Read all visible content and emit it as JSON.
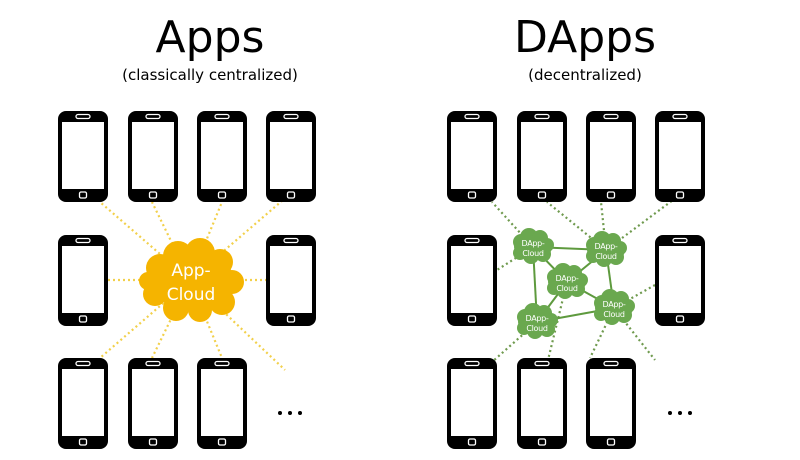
{
  "left_panel": {
    "title": "Apps",
    "subtitle": "(classically centralized)",
    "hub": {
      "label_line1": "App-",
      "label_line2": "Cloud",
      "color": "#f5b400",
      "link_color": "#f2d04a"
    },
    "device_icon": "smartphone-icon",
    "more_indicator": "..."
  },
  "right_panel": {
    "title": "DApps",
    "subtitle": "(decentralized)",
    "nodes": [
      {
        "label_line1": "DApp-",
        "label_line2": "Cloud"
      },
      {
        "label_line1": "DApp-",
        "label_line2": "Cloud"
      },
      {
        "label_line1": "DApp-",
        "label_line2": "Cloud"
      },
      {
        "label_line1": "DApp-",
        "label_line2": "Cloud"
      },
      {
        "label_line1": "DApp-",
        "label_line2": "Cloud"
      }
    ],
    "node_color": "#6aa84f",
    "link_color": "#70a050",
    "device_icon": "smartphone-icon",
    "more_indicator": "..."
  },
  "colors": {
    "phone": "#000000",
    "background": "#ffffff"
  }
}
